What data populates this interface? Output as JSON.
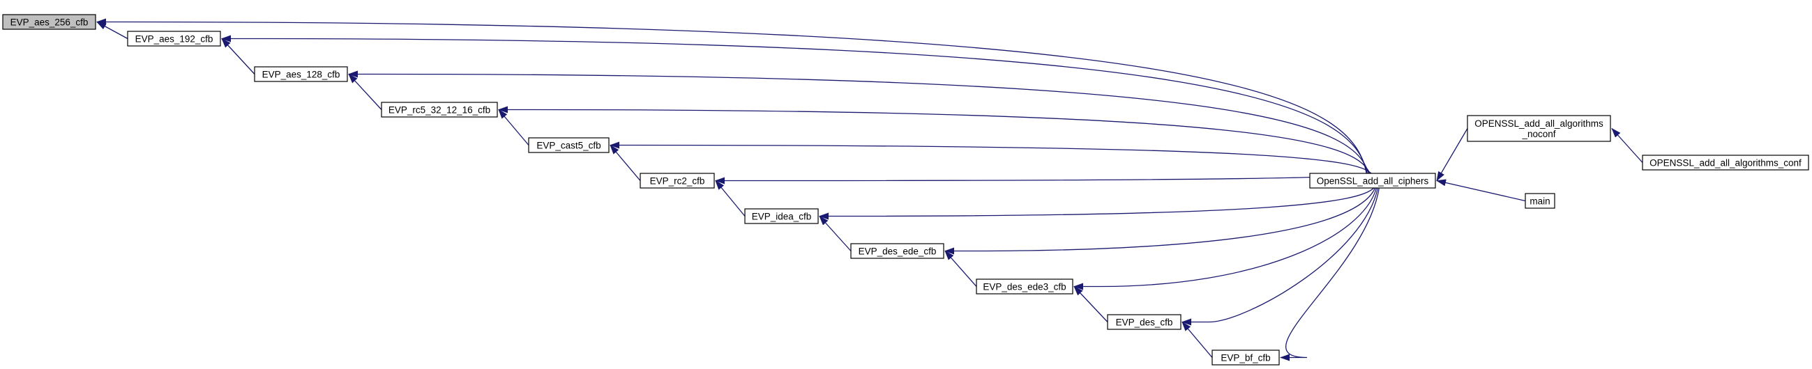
{
  "colors": {
    "edge": "#191970",
    "node_border": "#000000",
    "node_fill": "#ffffff",
    "root_fill": "#bfbfbf",
    "text": "#000000"
  },
  "nodes": [
    {
      "id": "aes256",
      "lines": [
        "EVP_aes_256_cfb"
      ],
      "highlight": true
    },
    {
      "id": "aes192",
      "lines": [
        "EVP_aes_192_cfb"
      ]
    },
    {
      "id": "aes128",
      "lines": [
        "EVP_aes_128_cfb"
      ]
    },
    {
      "id": "rc5",
      "lines": [
        "EVP_rc5_32_12_16_cfb"
      ]
    },
    {
      "id": "cast5",
      "lines": [
        "EVP_cast5_cfb"
      ]
    },
    {
      "id": "rc2",
      "lines": [
        "EVP_rc2_cfb"
      ]
    },
    {
      "id": "idea",
      "lines": [
        "EVP_idea_cfb"
      ]
    },
    {
      "id": "desede",
      "lines": [
        "EVP_des_ede_cfb"
      ]
    },
    {
      "id": "desede3",
      "lines": [
        "EVP_des_ede3_cfb"
      ]
    },
    {
      "id": "des",
      "lines": [
        "EVP_des_cfb"
      ]
    },
    {
      "id": "bf",
      "lines": [
        "EVP_bf_cfb"
      ]
    },
    {
      "id": "addall",
      "lines": [
        "OpenSSL_add_all_ciphers"
      ]
    },
    {
      "id": "noconf",
      "lines": [
        "OPENSSL_add_all_algorithms",
        "_noconf"
      ]
    },
    {
      "id": "conf",
      "lines": [
        "OPENSSL_add_all_algorithms_conf"
      ]
    },
    {
      "id": "main",
      "lines": [
        "main"
      ]
    }
  ],
  "edges": [
    {
      "from": "aes192",
      "to": "aes256"
    },
    {
      "from": "aes128",
      "to": "aes192"
    },
    {
      "from": "rc5",
      "to": "aes128"
    },
    {
      "from": "cast5",
      "to": "rc5"
    },
    {
      "from": "rc2",
      "to": "cast5"
    },
    {
      "from": "idea",
      "to": "rc2"
    },
    {
      "from": "desede",
      "to": "idea"
    },
    {
      "from": "desede3",
      "to": "desede"
    },
    {
      "from": "des",
      "to": "desede3"
    },
    {
      "from": "bf",
      "to": "des"
    },
    {
      "from": "addall",
      "to": "aes256"
    },
    {
      "from": "addall",
      "to": "aes192"
    },
    {
      "from": "addall",
      "to": "aes128"
    },
    {
      "from": "addall",
      "to": "rc5"
    },
    {
      "from": "addall",
      "to": "cast5"
    },
    {
      "from": "addall",
      "to": "rc2"
    },
    {
      "from": "addall",
      "to": "idea"
    },
    {
      "from": "addall",
      "to": "desede"
    },
    {
      "from": "addall",
      "to": "desede3"
    },
    {
      "from": "addall",
      "to": "des"
    },
    {
      "from": "addall",
      "to": "bf"
    },
    {
      "from": "noconf",
      "to": "addall"
    },
    {
      "from": "main",
      "to": "addall"
    },
    {
      "from": "conf",
      "to": "noconf"
    }
  ]
}
